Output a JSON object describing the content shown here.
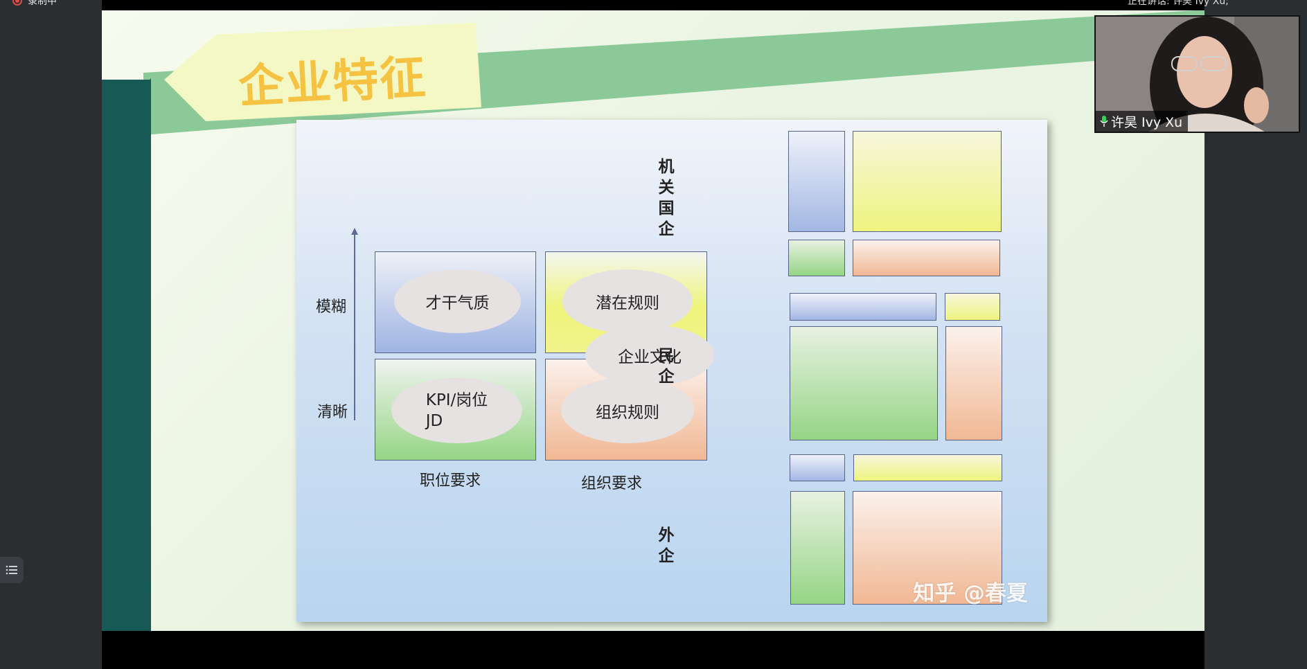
{
  "recording": {
    "status_text": "录制中"
  },
  "speaking": {
    "text": "正在讲话: 许昊 Ivy Xu;"
  },
  "video": {
    "participant_name": "许昊 Ivy Xu"
  },
  "slide": {
    "title": "企业特征",
    "y_axis": {
      "top_label": "模糊",
      "bottom_label": "清晰"
    },
    "columns": [
      "职位要求",
      "组织要求"
    ],
    "cells": {
      "ability": "才干气质",
      "latent_rules": "潜在规则",
      "culture": "企业文化",
      "kpi_line1": "KPI/岗位",
      "kpi_line2": "JD",
      "org_rules": "组织规则"
    },
    "groups": {
      "state": [
        "机",
        "关",
        "国",
        "企"
      ],
      "private": [
        "民",
        "企"
      ],
      "foreign": [
        "外",
        "企"
      ]
    },
    "watermark": "知乎 @春夏"
  },
  "colors": {
    "accent_teal": "#175a55",
    "band_green": "#8cc998",
    "title_yellow": "#f5c242"
  },
  "icons": {
    "list": "list-icon",
    "mic": "microphone-icon",
    "record": "record-icon"
  }
}
